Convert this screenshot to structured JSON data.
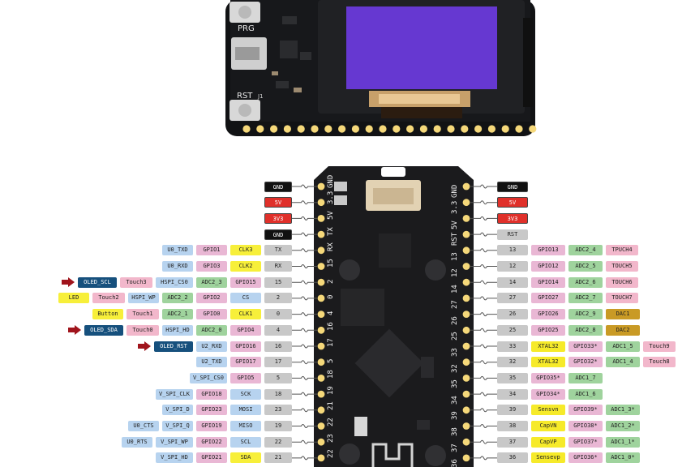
{
  "palette": {
    "gnd": "#111111",
    "power": "#e0302a",
    "pin": "#c8c8c8",
    "uart": "#b7d3ef",
    "gpio": "#e9b7d4",
    "clk": "#f7ef3a",
    "adc": "#9fd39d",
    "touch": "#f2b7cb",
    "dac": "#c99a25",
    "spi": "#a9c8ec",
    "xtal": "#f6ea2a",
    "oled": "#16507d",
    "led": "#f7ef3a",
    "arrow": "#a0141c"
  },
  "board_top": {
    "prg_label": "PRG",
    "rst_label": "RST",
    "j_label": "J1"
  },
  "board_bottom": {
    "left_header": [
      "GND",
      "3.3",
      "5V",
      "TX",
      "RX",
      "15",
      "2",
      "0",
      "4",
      "16",
      "17",
      "5",
      "18",
      "19",
      "21",
      "22"
    ],
    "left_header_bottom": [
      "23",
      "22"
    ],
    "right_header": [
      "GND",
      "3.3",
      "5V",
      "RST",
      "13",
      "12",
      "14",
      "27",
      "26",
      "25",
      "33",
      "32",
      "35",
      "34",
      "39",
      "38",
      "37",
      "36"
    ],
    "top_label": "GND 5V 3.3 GND"
  },
  "left_rows": [
    {
      "pin": "GND",
      "pin_kind": "gnd",
      "labels": []
    },
    {
      "pin": "5V",
      "pin_kind": "power",
      "labels": []
    },
    {
      "pin": "3V3",
      "pin_kind": "power",
      "labels": []
    },
    {
      "pin": "GND",
      "pin_kind": "gnd",
      "labels": []
    },
    {
      "pin": "TX",
      "pin_kind": "pin",
      "labels": [
        {
          "text": "U0_TXD",
          "kind": "uart"
        },
        {
          "text": "GPIO1",
          "kind": "gpio"
        },
        {
          "text": "CLK3",
          "kind": "clk"
        }
      ]
    },
    {
      "pin": "RX",
      "pin_kind": "pin",
      "labels": [
        {
          "text": "U0_RXD",
          "kind": "uart"
        },
        {
          "text": "GPIO3",
          "kind": "gpio"
        },
        {
          "text": "CLK2",
          "kind": "clk"
        }
      ]
    },
    {
      "pin": "15",
      "pin_kind": "pin",
      "labels": [
        {
          "text": "OLED_SCL",
          "kind": "oled"
        },
        {
          "text": "Touch3",
          "kind": "touch"
        },
        {
          "text": "HSPI_CS0",
          "kind": "uart"
        },
        {
          "text": "ADC2_3",
          "kind": "adc"
        },
        {
          "text": "GPIO15",
          "kind": "gpio"
        }
      ],
      "arrow": true
    },
    {
      "pin": "2",
      "pin_kind": "pin",
      "labels": [
        {
          "text": "LED",
          "kind": "led"
        },
        {
          "text": "Touch2",
          "kind": "touch"
        },
        {
          "text": "HSPI_WP",
          "kind": "uart"
        },
        {
          "text": "ADC2_2",
          "kind": "adc"
        },
        {
          "text": "GPIO2",
          "kind": "gpio"
        },
        {
          "text": "CS",
          "kind": "uart"
        }
      ]
    },
    {
      "pin": "0",
      "pin_kind": "pin",
      "labels": [
        {
          "text": "Button",
          "kind": "clk"
        },
        {
          "text": "Touch1",
          "kind": "touch"
        },
        {
          "text": "ADC2_1",
          "kind": "adc"
        },
        {
          "text": "GPIO0",
          "kind": "gpio"
        },
        {
          "text": "CLK1",
          "kind": "clk"
        }
      ]
    },
    {
      "pin": "4",
      "pin_kind": "pin",
      "labels": [
        {
          "text": "OLED_SDA",
          "kind": "oled"
        },
        {
          "text": "Touch0",
          "kind": "touch"
        },
        {
          "text": "HSPI_HD",
          "kind": "uart"
        },
        {
          "text": "ADC2_0",
          "kind": "adc"
        },
        {
          "text": "GPIO4",
          "kind": "gpio"
        }
      ],
      "arrow": true
    },
    {
      "pin": "16",
      "pin_kind": "pin",
      "labels": [
        {
          "text": "OLED_RST",
          "kind": "oled"
        },
        {
          "text": "U2_RXD",
          "kind": "uart"
        },
        {
          "text": "GPIO16",
          "kind": "gpio"
        }
      ],
      "arrow": true
    },
    {
      "pin": "17",
      "pin_kind": "pin",
      "labels": [
        {
          "text": "U2_TXD",
          "kind": "uart"
        },
        {
          "text": "GPIO17",
          "kind": "gpio"
        }
      ]
    },
    {
      "pin": "5",
      "pin_kind": "pin",
      "labels": [
        {
          "text": "V_SPI_CS0",
          "kind": "uart"
        },
        {
          "text": "GPIO5",
          "kind": "gpio"
        }
      ]
    },
    {
      "pin": "18",
      "pin_kind": "pin",
      "labels": [
        {
          "text": "V_SPI_CLK",
          "kind": "uart"
        },
        {
          "text": "GPIO18",
          "kind": "gpio"
        },
        {
          "text": "SCK",
          "kind": "uart"
        }
      ]
    },
    {
      "pin": "23",
      "pin_kind": "pin",
      "labels": [
        {
          "text": "V_SPI_D",
          "kind": "uart"
        },
        {
          "text": "GPIO23",
          "kind": "gpio"
        },
        {
          "text": "MOSI",
          "kind": "uart"
        }
      ]
    },
    {
      "pin": "19",
      "pin_kind": "pin",
      "labels": [
        {
          "text": "U0_CTS",
          "kind": "uart"
        },
        {
          "text": "V_SPI_Q",
          "kind": "uart"
        },
        {
          "text": "GPIO19",
          "kind": "gpio"
        },
        {
          "text": "MISO",
          "kind": "uart"
        }
      ]
    },
    {
      "pin": "22",
      "pin_kind": "pin",
      "labels": [
        {
          "text": "U0_RTS",
          "kind": "uart"
        },
        {
          "text": "V_SPI_WP",
          "kind": "uart"
        },
        {
          "text": "GPIO22",
          "kind": "gpio"
        },
        {
          "text": "SCL",
          "kind": "uart"
        }
      ]
    },
    {
      "pin": "21",
      "pin_kind": "pin",
      "labels": [
        {
          "text": "V_SPI_HD",
          "kind": "uart"
        },
        {
          "text": "GPIO21",
          "kind": "gpio"
        },
        {
          "text": "SDA",
          "kind": "clk"
        }
      ]
    }
  ],
  "right_rows": [
    {
      "pin": "GND",
      "pin_kind": "gnd",
      "labels": []
    },
    {
      "pin": "5V",
      "pin_kind": "power",
      "labels": []
    },
    {
      "pin": "3V3",
      "pin_kind": "power",
      "labels": []
    },
    {
      "pin": "RST",
      "pin_kind": "pin",
      "labels": []
    },
    {
      "pin": "13",
      "pin_kind": "pin",
      "labels": [
        {
          "text": "GPIO13",
          "kind": "gpio"
        },
        {
          "text": "ADC2_4",
          "kind": "adc"
        },
        {
          "text": "TPUCH4",
          "kind": "touch"
        }
      ]
    },
    {
      "pin": "12",
      "pin_kind": "pin",
      "labels": [
        {
          "text": "GPIO12",
          "kind": "gpio"
        },
        {
          "text": "ADC2_5",
          "kind": "adc"
        },
        {
          "text": "TOUCH5",
          "kind": "touch"
        }
      ]
    },
    {
      "pin": "14",
      "pin_kind": "pin",
      "labels": [
        {
          "text": "GPIO14",
          "kind": "gpio"
        },
        {
          "text": "ADC2_6",
          "kind": "adc"
        },
        {
          "text": "TOUCH6",
          "kind": "touch"
        }
      ]
    },
    {
      "pin": "27",
      "pin_kind": "pin",
      "labels": [
        {
          "text": "GPIO27",
          "kind": "gpio"
        },
        {
          "text": "ADC2_7",
          "kind": "adc"
        },
        {
          "text": "TOUCH7",
          "kind": "touch"
        }
      ]
    },
    {
      "pin": "26",
      "pin_kind": "pin",
      "labels": [
        {
          "text": "GPIO26",
          "kind": "gpio"
        },
        {
          "text": "ADC2_9",
          "kind": "adc"
        },
        {
          "text": "DAC1",
          "kind": "dac"
        }
      ]
    },
    {
      "pin": "25",
      "pin_kind": "pin",
      "labels": [
        {
          "text": "GPIO25",
          "kind": "gpio"
        },
        {
          "text": "ADC2_8",
          "kind": "adc"
        },
        {
          "text": "DAC2",
          "kind": "dac"
        }
      ]
    },
    {
      "pin": "33",
      "pin_kind": "pin",
      "labels": [
        {
          "text": "XTAL32",
          "kind": "xtal"
        },
        {
          "text": "GPIO33*",
          "kind": "gpio"
        },
        {
          "text": "ADC1_5",
          "kind": "adc"
        },
        {
          "text": "Touch9",
          "kind": "touch"
        }
      ]
    },
    {
      "pin": "32",
      "pin_kind": "pin",
      "labels": [
        {
          "text": "XTAL32",
          "kind": "xtal"
        },
        {
          "text": "GPIO32*",
          "kind": "gpio"
        },
        {
          "text": "ADC1_4",
          "kind": "adc"
        },
        {
          "text": "Touch8",
          "kind": "touch"
        }
      ]
    },
    {
      "pin": "35",
      "pin_kind": "pin",
      "labels": [
        {
          "text": "GPIO35*",
          "kind": "gpio"
        },
        {
          "text": "ADC1_7",
          "kind": "adc"
        }
      ]
    },
    {
      "pin": "34",
      "pin_kind": "pin",
      "labels": [
        {
          "text": "GPIO34*",
          "kind": "gpio"
        },
        {
          "text": "ADC1_6",
          "kind": "adc"
        }
      ]
    },
    {
      "pin": "39",
      "pin_kind": "pin",
      "labels": [
        {
          "text": "Sensvn",
          "kind": "xtal"
        },
        {
          "text": "GPIO39*",
          "kind": "gpio"
        },
        {
          "text": "ADC1_3*",
          "kind": "adc"
        }
      ]
    },
    {
      "pin": "38",
      "pin_kind": "pin",
      "labels": [
        {
          "text": "CapVN",
          "kind": "xtal"
        },
        {
          "text": "GPIO38*",
          "kind": "gpio"
        },
        {
          "text": "ADC1_2*",
          "kind": "adc"
        }
      ]
    },
    {
      "pin": "37",
      "pin_kind": "pin",
      "labels": [
        {
          "text": "CapVP",
          "kind": "xtal"
        },
        {
          "text": "GPIO37*",
          "kind": "gpio"
        },
        {
          "text": "ADC1_1*",
          "kind": "adc"
        }
      ]
    },
    {
      "pin": "36",
      "pin_kind": "pin",
      "labels": [
        {
          "text": "Sensevp",
          "kind": "xtal"
        },
        {
          "text": "GPIO36*",
          "kind": "gpio"
        },
        {
          "text": "ADC1_0*",
          "kind": "adc"
        }
      ]
    }
  ]
}
